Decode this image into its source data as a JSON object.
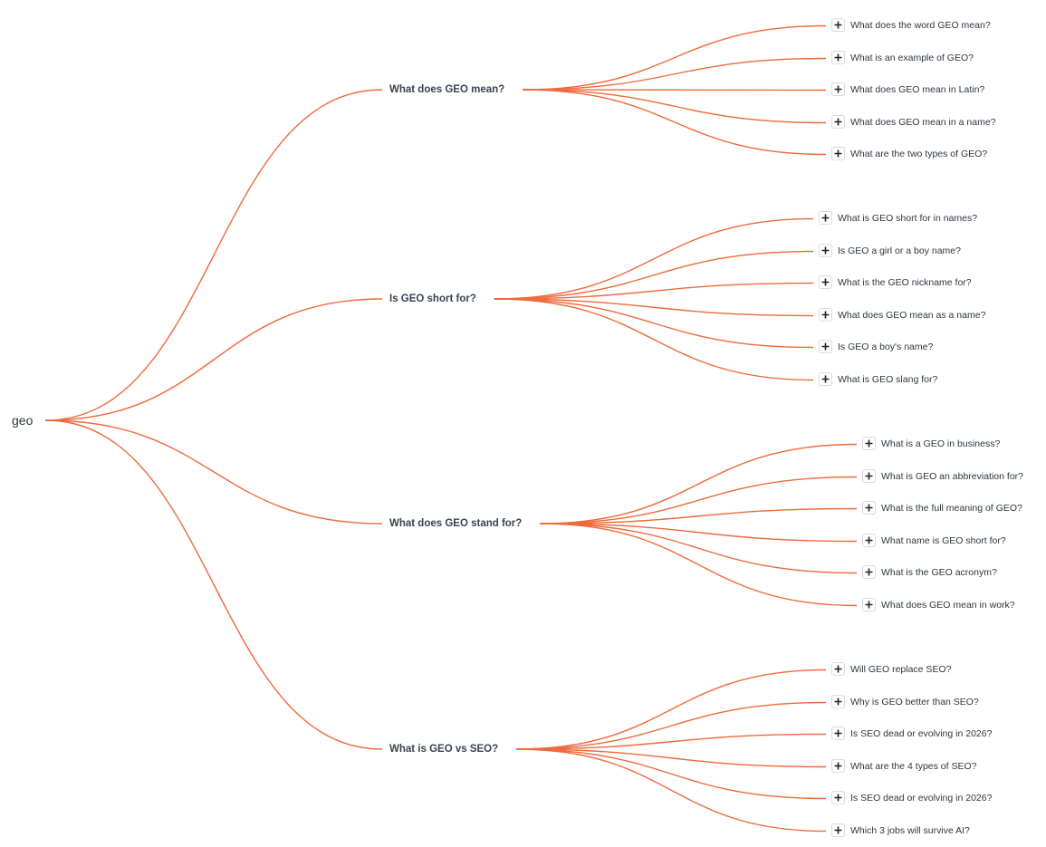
{
  "root": {
    "label": "geo"
  },
  "colors": {
    "link": "#ee6a3c",
    "text": "#3b4252",
    "button_border": "#d9dce1"
  },
  "branches": [
    {
      "label": "What does GEO mean?",
      "children": [
        "What does the word GEO mean?",
        "What is an example of GEO?",
        "What does GEO mean in Latin?",
        "What does GEO mean in a name?",
        "What are the two types of GEO?"
      ]
    },
    {
      "label": "Is GEO short for?",
      "children": [
        "What is GEO short for in names?",
        "Is GEO a girl or a boy name?",
        "What is the GEO nickname for?",
        "What does GEO mean as a name?",
        "Is GEO a boy's name?",
        "What is GEO slang for?"
      ]
    },
    {
      "label": "What does GEO stand for?",
      "children": [
        "What is a GEO in business?",
        "What is GEO an abbreviation for?",
        "What is the full meaning of GEO?",
        "What name is GEO short for?",
        "What is the GEO acronym?",
        "What does GEO mean in work?"
      ]
    },
    {
      "label": "What is GEO vs SEO?",
      "children": [
        "Will GEO replace SEO?",
        "Why is GEO better than SEO?",
        "Is SEO dead or evolving in 2026?",
        "What are the 4 types of SEO?",
        "Is SEO dead or evolving in 2026?",
        "Which 3 jobs will survive AI?"
      ]
    }
  ],
  "icons": {
    "expand": "plus-icon"
  }
}
